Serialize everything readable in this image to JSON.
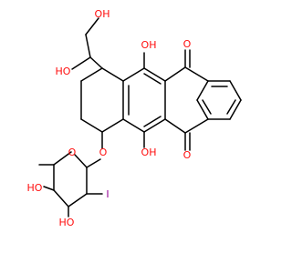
{
  "molecule": {
    "colors": {
      "bond": "#000000",
      "oxygen": "#ff0d0d",
      "iodine": "#940094",
      "background": "#ffffff"
    },
    "labels": {
      "oh_hydroxymethyl": "OH",
      "oh_c9": "HO",
      "oh_c11": "OH",
      "oh_c6": "OH",
      "o_quinone_top": "O",
      "o_quinone_bottom": "O",
      "o_glycoside": "O",
      "o_ring": "O",
      "iodine": "I",
      "oh_sugar_4": "HO",
      "oh_sugar_3": "HO"
    }
  }
}
